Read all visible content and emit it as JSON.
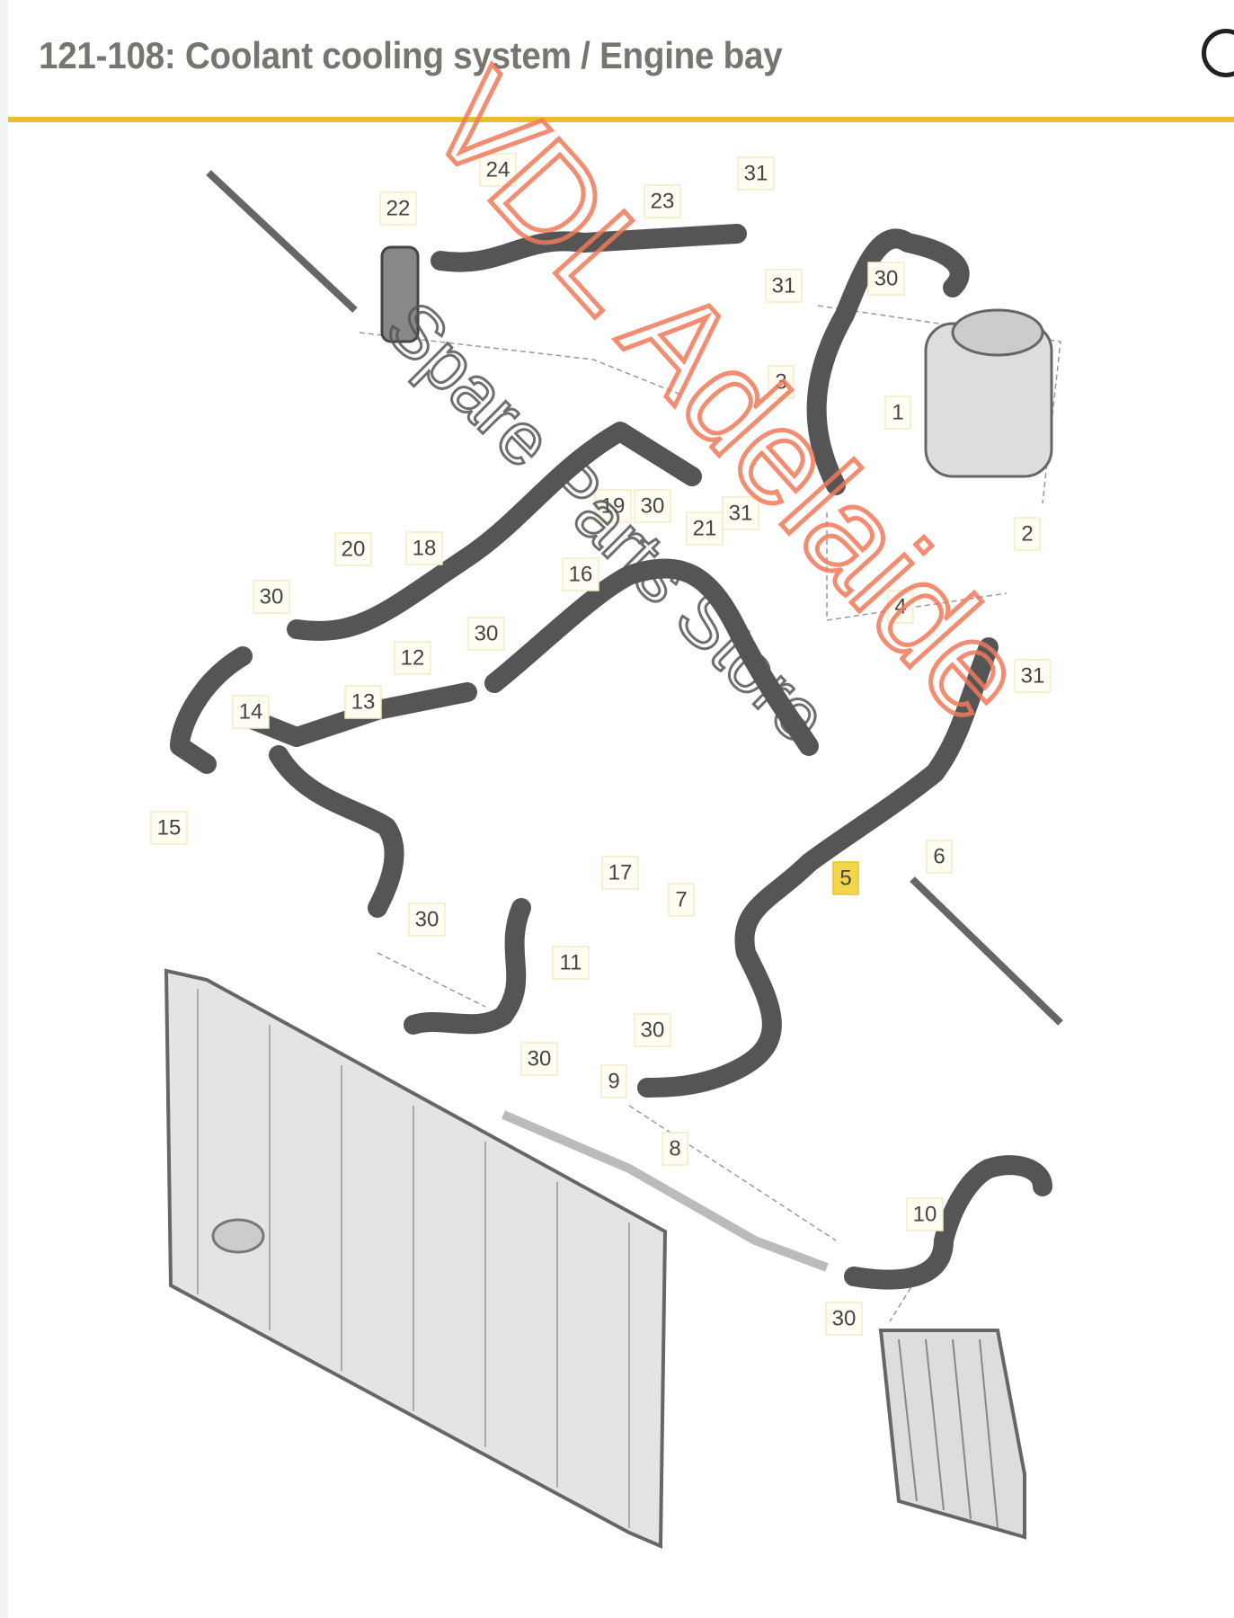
{
  "header": {
    "title": "121-108: Coolant cooling system / Engine bay",
    "action_icon": "circle-icon"
  },
  "watermark": {
    "brand": "VDL Adelaide",
    "subtitle": "Spare Parts Store"
  },
  "diagram": {
    "highlight_color": "#f3d54a",
    "accent_color": "#e6bf2e",
    "labels": [
      {
        "id": "p1",
        "text": "1"
      },
      {
        "id": "p2",
        "text": "2"
      },
      {
        "id": "p3",
        "text": "3"
      },
      {
        "id": "p4",
        "text": "4"
      },
      {
        "id": "p5",
        "text": "5",
        "highlighted": true
      },
      {
        "id": "p6",
        "text": "6"
      },
      {
        "id": "p7",
        "text": "7"
      },
      {
        "id": "p8",
        "text": "8"
      },
      {
        "id": "p9",
        "text": "9"
      },
      {
        "id": "p10",
        "text": "10"
      },
      {
        "id": "p11",
        "text": "11"
      },
      {
        "id": "p12",
        "text": "12"
      },
      {
        "id": "p13",
        "text": "13"
      },
      {
        "id": "p14",
        "text": "14"
      },
      {
        "id": "p15",
        "text": "15"
      },
      {
        "id": "p16",
        "text": "16"
      },
      {
        "id": "p17",
        "text": "17"
      },
      {
        "id": "p18",
        "text": "18"
      },
      {
        "id": "p19",
        "text": "19"
      },
      {
        "id": "p20",
        "text": "20"
      },
      {
        "id": "p21",
        "text": "21"
      },
      {
        "id": "p22",
        "text": "22"
      },
      {
        "id": "p23",
        "text": "23"
      },
      {
        "id": "p24",
        "text": "24"
      },
      {
        "id": "p30a",
        "text": "30"
      },
      {
        "id": "p30b",
        "text": "30"
      },
      {
        "id": "p30c",
        "text": "30"
      },
      {
        "id": "p30d",
        "text": "30"
      },
      {
        "id": "p30e",
        "text": "30"
      },
      {
        "id": "p30f",
        "text": "30"
      },
      {
        "id": "p30g",
        "text": "30"
      },
      {
        "id": "p30h",
        "text": "30"
      },
      {
        "id": "p31a",
        "text": "31"
      },
      {
        "id": "p31b",
        "text": "31"
      },
      {
        "id": "p31c",
        "text": "31"
      },
      {
        "id": "p31d",
        "text": "31"
      }
    ]
  }
}
